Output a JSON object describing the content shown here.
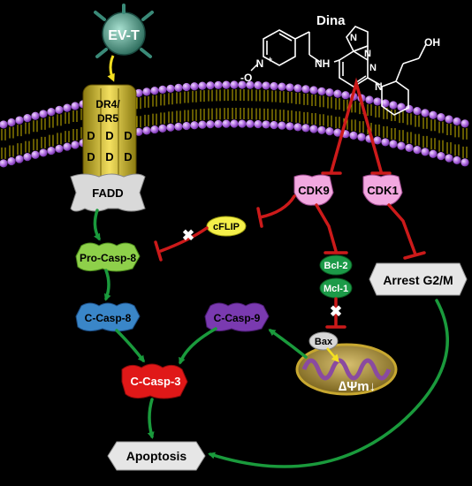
{
  "molecule": {
    "name": "Dina",
    "atoms": {
      "n_oxide": "N",
      "o_minus": "-O",
      "plus": "+",
      "nh": "NH",
      "n_ring1": "N",
      "n_ring2": "N",
      "n_ring3": "N",
      "n_pip": "N",
      "oh": "OH"
    }
  },
  "receptor": {
    "ligand": "EV-T",
    "receptor_label_line1": "DR4/",
    "receptor_label_line2": "DR5",
    "death_domains": [
      "D",
      "D",
      "D",
      "D",
      "D",
      "D"
    ],
    "adaptor": "FADD"
  },
  "nodes": {
    "cdk9": "CDK9",
    "cdk1": "CDK1",
    "cflip": "cFLIP",
    "pro_casp8": "Pro-Casp-8",
    "c_casp8": "C-Casp-8",
    "c_casp9": "C-Casp-9",
    "c_casp3": "C-Casp-3",
    "bcl2": "Bcl-2",
    "mcl1": "Mcl-1",
    "bax": "Bax",
    "mito_potential": "∆Ψm↓",
    "arrest": "Arrest G2/M",
    "apoptosis": "Apoptosis"
  },
  "block_mark": "✖",
  "colors": {
    "background": "#000000",
    "membrane_head": "#b06ee0",
    "membrane_tail": "#c8b400",
    "activation_arrow": "#1a9a3c",
    "inhibition": "#cc1a1a",
    "cdk": "#f2a8e0",
    "cflip": "#f5f04a",
    "pro_casp8": "#8ed04a",
    "c_casp8": "#3a86c8",
    "c_casp9": "#7a3ab0",
    "c_casp3": "#e01818",
    "bcl": "#1c9a48",
    "bax": "#d8d8d8",
    "outcome_box": "#e6e6e6",
    "ev_t": "#3a8a78",
    "receptor": "#e0c820"
  }
}
